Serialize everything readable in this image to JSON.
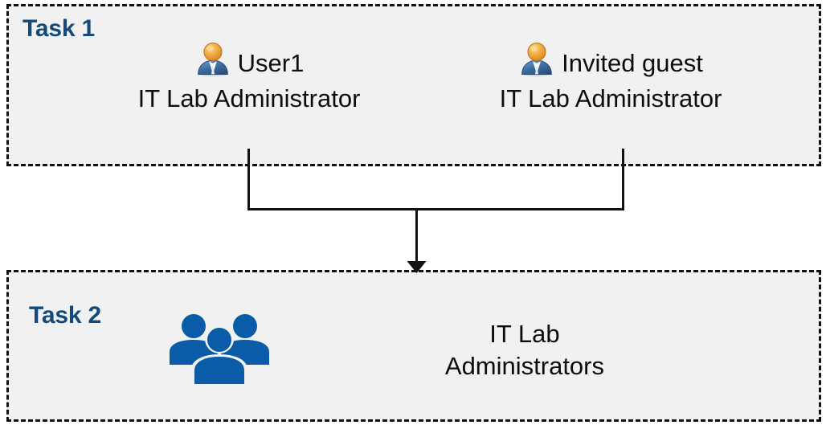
{
  "diagram": {
    "background_color": "#FFFFFF",
    "box_fill_color": "#F1F1F1",
    "box_border_color": "#111111",
    "label_color": "#14497B",
    "text_color": "#0D0D0D",
    "group_icon_color": "#0A5CA8"
  },
  "task1": {
    "label": "Task 1",
    "members": [
      {
        "icon": "user-icon",
        "name": "User1",
        "role": "IT Lab Administrator"
      },
      {
        "icon": "user-icon",
        "name": "Invited guest",
        "role": "IT Lab Administrator"
      }
    ]
  },
  "task2": {
    "label": "Task 2",
    "group": {
      "icon": "users-group-icon",
      "name": "IT Lab\nAdministrators"
    }
  },
  "connector": {
    "type": "merge-arrow",
    "from": [
      "User1",
      "Invited guest"
    ],
    "to": "IT Lab Administrators"
  }
}
